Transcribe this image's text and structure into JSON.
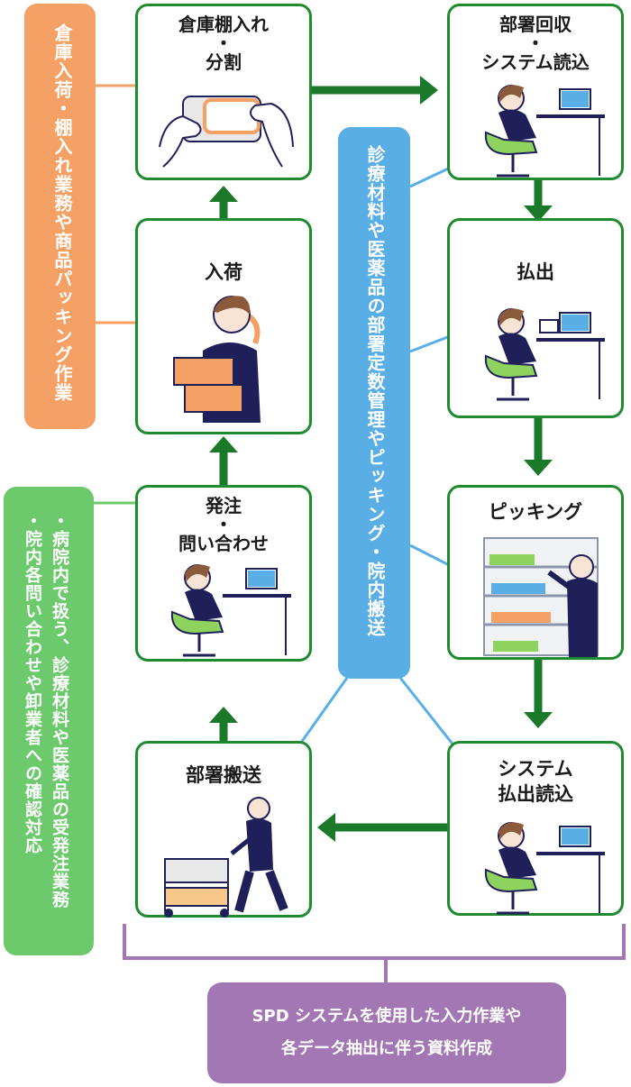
{
  "steps": {
    "warehouse": "倉庫棚入れ\n・\n分割",
    "dept_collect": "部署回収\n・\nシステム読込",
    "arrival": "入荷",
    "payout": "払出",
    "order": "発注\n・\n問い合わせ",
    "picking": "ピッキング",
    "dept_transport": "部署搬送",
    "system_payout": "システム\n払出読込"
  },
  "panels": {
    "warehouse_work": "倉庫入荷・棚入れ業務や商品パッキング作業",
    "hospital_line1": "・病院内で扱う、診療材料や医薬品の受発注業務",
    "hospital_line2": "・院内各問い合わせや卸業者への確認対応",
    "central": "診療材料や医薬品の部署定数管理やピッキング・院内搬送"
  },
  "bottom_note": {
    "line1": "SPD システムを使用した入力作業や",
    "line2": "各データ抽出に伴う資料作成"
  },
  "colors": {
    "box_border": "#1f8a2e",
    "arrow": "#1a7a2a",
    "orange": "#f5a064",
    "green_panel": "#6cc96c",
    "blue": "#5aaee6",
    "purple": "#a277b4"
  }
}
